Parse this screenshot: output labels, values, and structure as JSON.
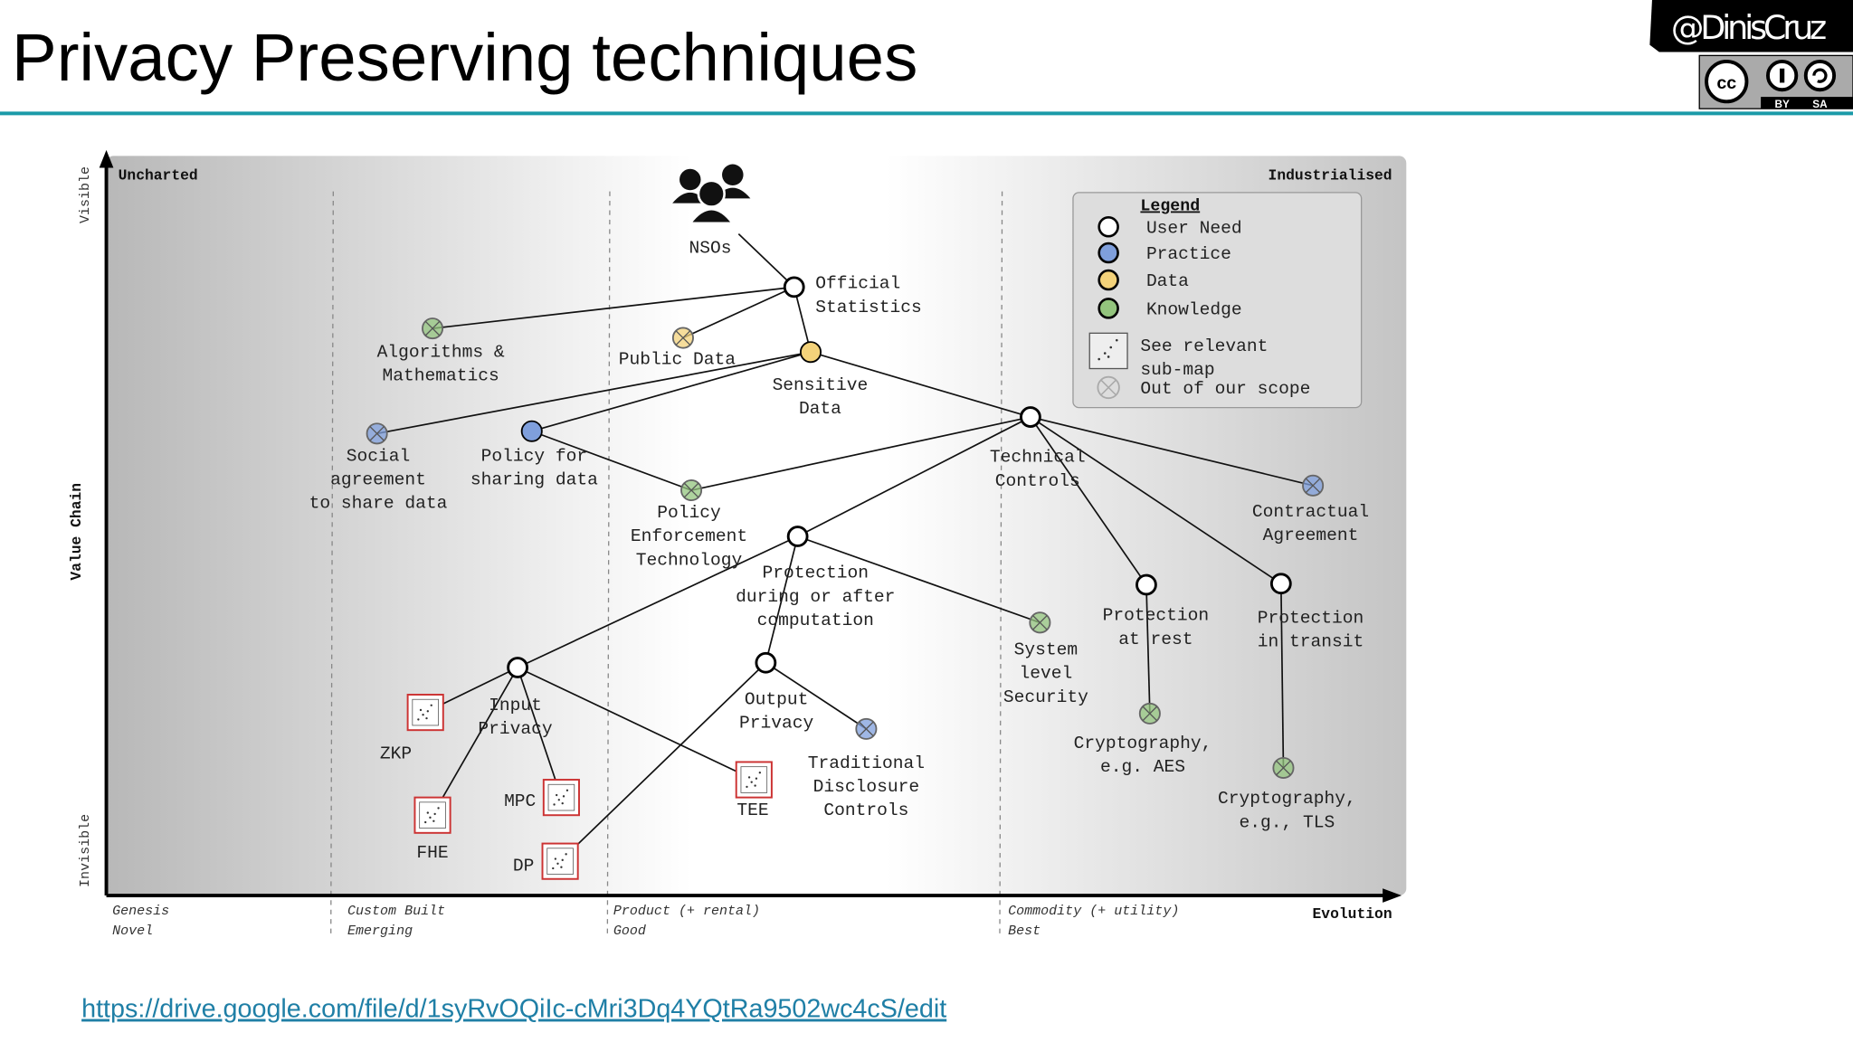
{
  "slide": {
    "title": "Privacy Preserving techniques",
    "author_badge": "@DinisCruz",
    "license": {
      "cc": "cc",
      "by": "BY",
      "sa": "SA"
    },
    "link": "https://drive.google.com/file/d/1syRvOQiIc-cMri3Dq4YQtRa9502wc4cS/edit",
    "accent_color": "#1a9aa8"
  },
  "map": {
    "corner_left": "Uncharted",
    "corner_right": "Industrialised",
    "y_axis": {
      "label": "Value Chain",
      "top": "Visible",
      "bottom": "Invisible"
    },
    "x_axis": {
      "label": "Evolution",
      "stages": [
        [
          "Genesis",
          "Novel"
        ],
        [
          "Custom Built",
          "Emerging"
        ],
        [
          "Product (+ rental)",
          "Good"
        ],
        [
          "Commodity (+ utility)",
          "Best"
        ]
      ]
    },
    "legend": {
      "title": "Legend",
      "items": [
        {
          "type": "user_need",
          "label": [
            "User Need"
          ]
        },
        {
          "type": "practice",
          "label": [
            "Practice"
          ]
        },
        {
          "type": "data",
          "label": [
            "Data"
          ]
        },
        {
          "type": "knowledge",
          "label": [
            "Knowledge"
          ]
        },
        {
          "type": "submap",
          "label": [
            "See relevant",
            "sub-map"
          ]
        },
        {
          "type": "out_of_scope",
          "label": [
            "Out of our scope"
          ]
        }
      ]
    },
    "colors": {
      "user_need": "#ffffff",
      "practice": "#7f9fdc",
      "data": "#f3d27a",
      "knowledge": "#93c47d",
      "submap": "#cc3333"
    },
    "nodes": [
      {
        "id": "nsos",
        "type": "actor",
        "label": [
          "NSOs"
        ],
        "icon": "users-icon"
      },
      {
        "id": "official",
        "type": "user_need",
        "label": [
          "Official",
          "Statistics"
        ]
      },
      {
        "id": "algo",
        "type": "knowledge",
        "out_of_scope": true,
        "label": [
          "Algorithms &",
          "Mathematics"
        ]
      },
      {
        "id": "public",
        "type": "data",
        "out_of_scope": true,
        "label": [
          "Public Data"
        ]
      },
      {
        "id": "sensitive",
        "type": "data",
        "label": [
          "Sensitive",
          "Data"
        ]
      },
      {
        "id": "social",
        "type": "practice",
        "out_of_scope": true,
        "label": [
          "Social",
          "agreement",
          "to share data"
        ]
      },
      {
        "id": "policyshare",
        "type": "practice",
        "label": [
          "Policy for",
          "sharing data"
        ]
      },
      {
        "id": "pet",
        "type": "knowledge",
        "out_of_scope": true,
        "label": [
          "Policy",
          "Enforcement",
          "Technology"
        ]
      },
      {
        "id": "technical",
        "type": "user_need",
        "label": [
          "Technical",
          "Controls"
        ]
      },
      {
        "id": "contractual",
        "type": "practice",
        "out_of_scope": true,
        "label": [
          "Contractual",
          "Agreement"
        ]
      },
      {
        "id": "protcomp",
        "type": "user_need",
        "label": [
          "Protection",
          "during or after",
          "computation"
        ]
      },
      {
        "id": "syslevel",
        "type": "knowledge",
        "out_of_scope": true,
        "label": [
          "System",
          "level",
          "Security"
        ]
      },
      {
        "id": "protrest",
        "type": "user_need",
        "label": [
          "Protection",
          "at rest"
        ]
      },
      {
        "id": "prottransit",
        "type": "user_need",
        "label": [
          "Protection",
          "in transit"
        ]
      },
      {
        "id": "aes",
        "type": "knowledge",
        "out_of_scope": true,
        "label": [
          "Cryptography,",
          "e.g. AES"
        ]
      },
      {
        "id": "tls",
        "type": "knowledge",
        "out_of_scope": true,
        "label": [
          "Cryptography,",
          "e.g., TLS"
        ]
      },
      {
        "id": "input",
        "type": "user_need",
        "label": [
          "Input",
          "Privacy"
        ]
      },
      {
        "id": "output",
        "type": "user_need",
        "label": [
          "Output",
          "Privacy"
        ]
      },
      {
        "id": "tdc",
        "type": "practice",
        "out_of_scope": true,
        "label": [
          "Traditional",
          "Disclosure",
          "Controls"
        ]
      },
      {
        "id": "zkp",
        "type": "submap",
        "label": [
          "ZKP"
        ]
      },
      {
        "id": "fhe",
        "type": "submap",
        "label": [
          "FHE"
        ]
      },
      {
        "id": "mpc",
        "type": "submap",
        "label": [
          "MPC"
        ]
      },
      {
        "id": "dp",
        "type": "submap",
        "label": [
          "DP"
        ]
      },
      {
        "id": "tee",
        "type": "submap",
        "label": [
          "TEE"
        ]
      }
    ],
    "edges": [
      [
        "nsos",
        "official"
      ],
      [
        "official",
        "algo"
      ],
      [
        "official",
        "public"
      ],
      [
        "official",
        "sensitive"
      ],
      [
        "sensitive",
        "social"
      ],
      [
        "sensitive",
        "policyshare"
      ],
      [
        "sensitive",
        "technical"
      ],
      [
        "policyshare",
        "pet"
      ],
      [
        "pet",
        "technical"
      ],
      [
        "technical",
        "protcomp"
      ],
      [
        "technical",
        "contractual"
      ],
      [
        "technical",
        "protrest"
      ],
      [
        "technical",
        "prottransit"
      ],
      [
        "protcomp",
        "input"
      ],
      [
        "protcomp",
        "output"
      ],
      [
        "protcomp",
        "syslevel"
      ],
      [
        "input",
        "zkp"
      ],
      [
        "input",
        "fhe"
      ],
      [
        "input",
        "mpc"
      ],
      [
        "input",
        "tee"
      ],
      [
        "output",
        "dp"
      ],
      [
        "output",
        "tdc"
      ],
      [
        "protrest",
        "aes"
      ],
      [
        "prottransit",
        "tls"
      ]
    ]
  }
}
